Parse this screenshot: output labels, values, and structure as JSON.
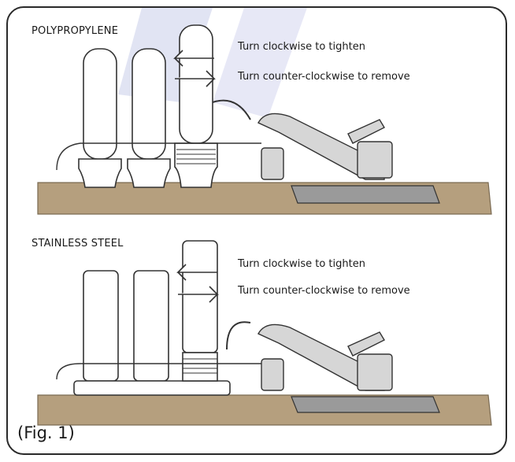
{
  "panels": [
    {
      "label": "POLYPROPYLENE",
      "tighten": "Turn clockwise to tighten",
      "remove": "Turn counter-clockwise to remove"
    },
    {
      "label": "STAINLESS STEEL",
      "tighten": "Turn clockwise to tighten",
      "remove": "Turn counter-clockwise to remove"
    }
  ],
  "caption": "(Fig. 1)",
  "colors": {
    "counter": "#b59f7e",
    "counter_edge": "#7a6a52",
    "sink": "#9a9a9a",
    "line": "#333333",
    "watermark": "#c9cdea"
  }
}
